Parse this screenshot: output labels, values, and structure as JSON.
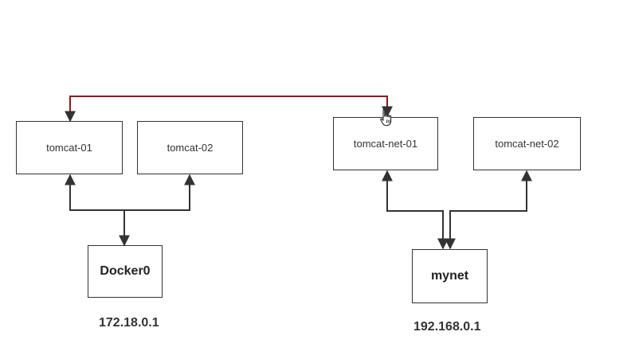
{
  "nodes": {
    "tomcat_01": "tomcat-01",
    "tomcat_02": "tomcat-02",
    "tomcat_net_01": "tomcat-net-01",
    "tomcat_net_02": "tomcat-net-02",
    "docker0": "Docker0",
    "mynet": "mynet"
  },
  "ips": {
    "docker0": "172.18.0.1",
    "mynet": "192.168.0.1"
  },
  "colors": {
    "line": "#333333",
    "connect_line": "#8b1a1a",
    "box_border": "#333333"
  },
  "icons": {
    "cursor": "hand-pointer-icon"
  }
}
